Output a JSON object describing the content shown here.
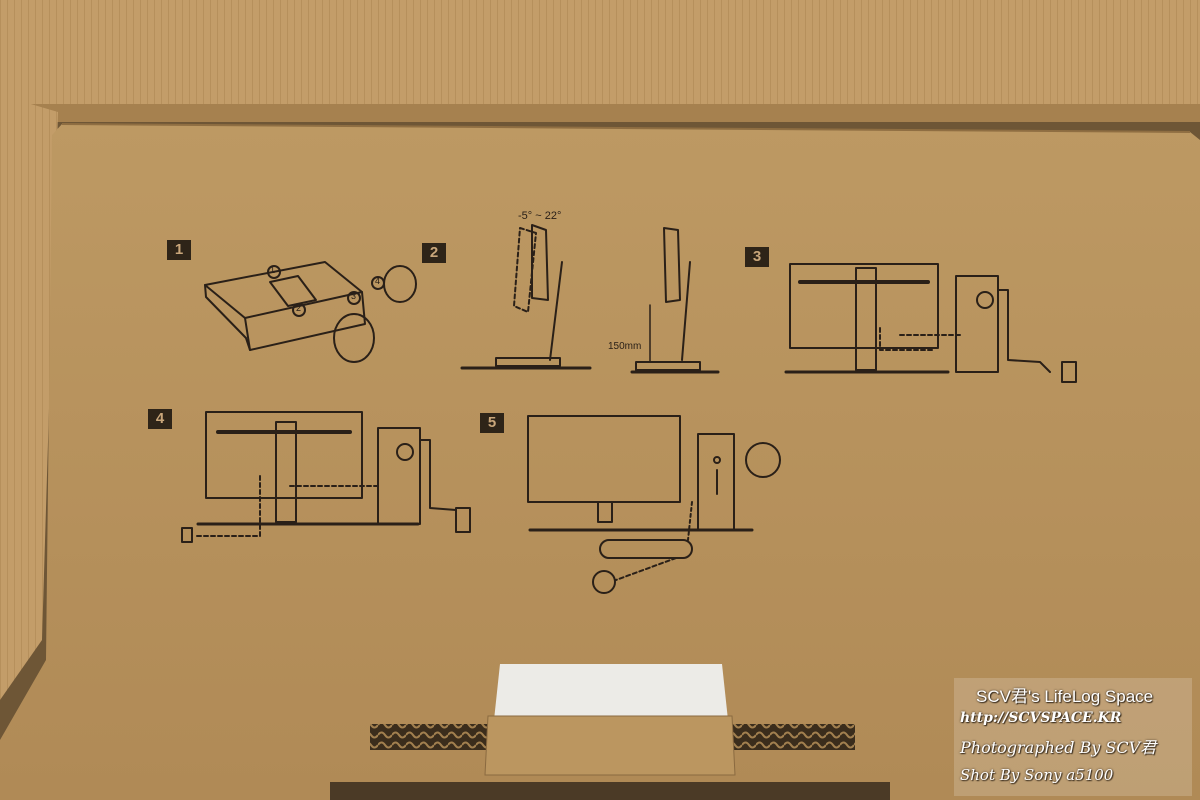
{
  "photo": {
    "steps": [
      {
        "number": "1"
      },
      {
        "number": "2"
      },
      {
        "number": "3"
      },
      {
        "number": "4"
      },
      {
        "number": "5"
      }
    ],
    "tilt_label": "-5° ~ 22°",
    "height_label": "150mm",
    "callouts": [
      "1",
      "2",
      "3",
      "4"
    ]
  },
  "watermark": {
    "line1": "SCV君's LifeLog Space",
    "line2": "http://SCVSPACE.KR",
    "line3": "Photographed By  SCV君",
    "line4": "Shot By  Sony a5100"
  },
  "colors": {
    "cardboard": "#b8935f",
    "ink": "#2a2018",
    "foam": "#ecebe7"
  }
}
